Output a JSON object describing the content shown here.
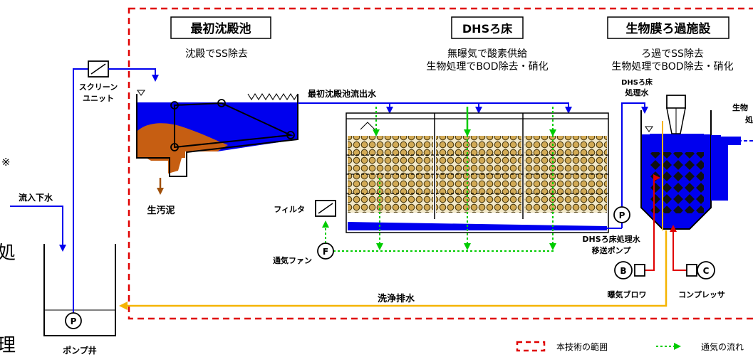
{
  "left_edge": {
    "mark": "※",
    "char1": "処",
    "char2": "理"
  },
  "primary_tank": {
    "title": "最初沈殿池",
    "desc": "沈殿でSS除去",
    "effluent_label": "最初沈殿池流出水",
    "sludge_label": "生汚泥"
  },
  "dhs": {
    "title": "DHSろ床",
    "desc1": "無曝気で酸素供給",
    "desc2": "生物処理でBOD除去・硝化"
  },
  "membrane": {
    "title": "生物膜ろ過施設",
    "desc1": "ろ過でSS除去",
    "desc2": "生物処理でBOD除去・硝化",
    "input_label1": "DHSろ床",
    "input_label2": "処理水",
    "output_label1": "生物",
    "output_label2": "処"
  },
  "screen": {
    "label1": "スクリーン",
    "label2": "ユニット"
  },
  "inflow_label": "流入下水",
  "pump_well_label": "ポンプ井",
  "filter_label": "フィルタ",
  "fan_label": "通気ファン",
  "transfer_pump": {
    "label1": "DHSろ床処理水",
    "label2": "移送ポンプ"
  },
  "blower_label": "曝気ブロワ",
  "compressor_label": "コンプレッサ",
  "backwash_label": "洗浄排水",
  "equipment_letters": {
    "pump": "P",
    "fan": "F",
    "blower": "B",
    "compressor": "C"
  },
  "legend": {
    "scope": "本技術の範囲",
    "air": "通気の流れ"
  },
  "colors": {
    "water": "#0000ee",
    "air": "#00cc00",
    "sludge": "#a0500a",
    "backwash": "#f5b400",
    "scope": "#e00000",
    "compressed_air": "#e00000"
  }
}
